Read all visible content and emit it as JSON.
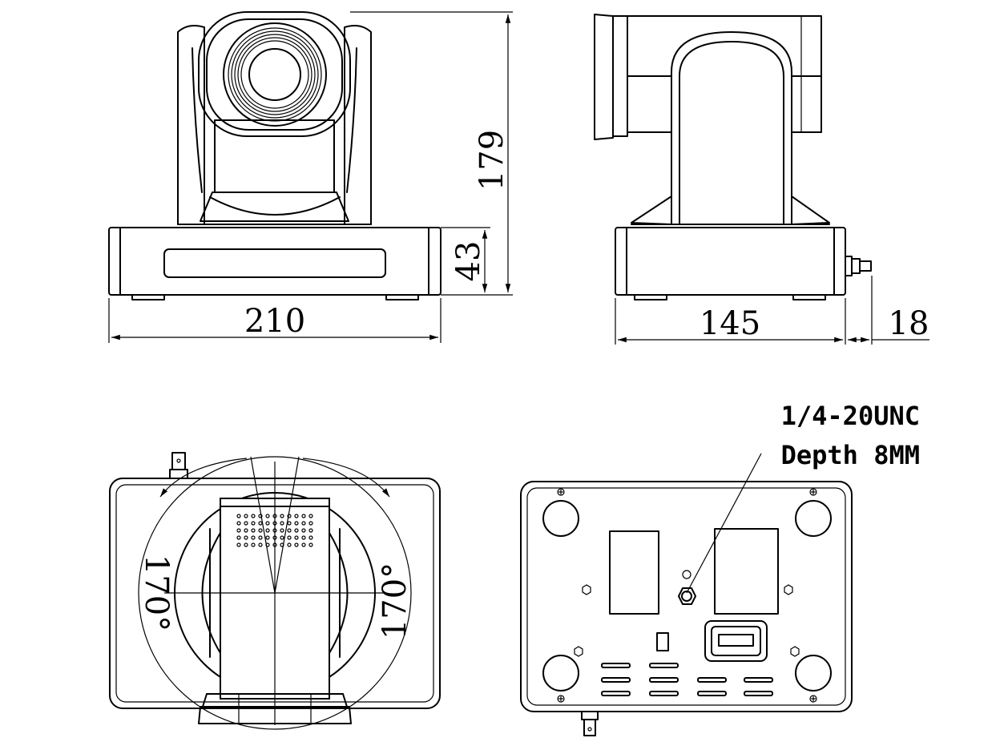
{
  "dimensions": {
    "front_width": "210",
    "front_base_height": "43",
    "front_total_height": "179",
    "side_depth": "145",
    "side_connector": "18"
  },
  "angles": {
    "left_pan": "170°",
    "right_pan": "170°"
  },
  "note": {
    "line1": "1/4-20UNC",
    "line2": "Depth 8MM"
  }
}
